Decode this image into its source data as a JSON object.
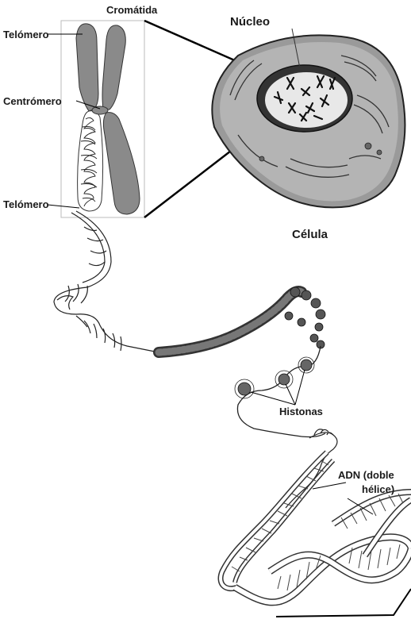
{
  "labels": {
    "cromatida": "Cromátida",
    "telomero_top": "Telómero",
    "centromero": "Centrómero",
    "telomero_bottom": "Telómero",
    "nucleo": "Núcleo",
    "celula": "Célula",
    "histonas": "Histonas",
    "adn_line1": "ADN (doble",
    "adn_line2": "hélice)"
  },
  "colors": {
    "chromosome": "#8a8a8a",
    "cell": "#9a9a9a",
    "nucleus": "#e8e8e8",
    "outline": "#000000"
  }
}
